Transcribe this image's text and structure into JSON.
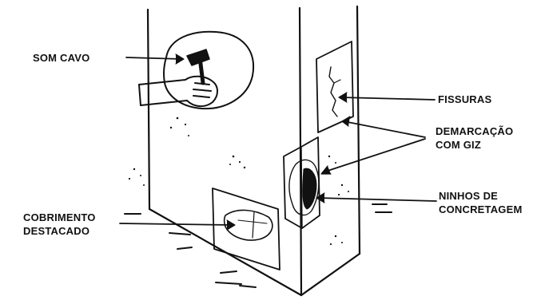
{
  "labels": {
    "hollow_sound": "SOM CAVO",
    "cracks": "FISSURAS",
    "chalk_marking_line1": "DEMARCAÇÃO",
    "chalk_marking_line2": "COM GIZ",
    "honeycombing_line1": "NINHOS DE",
    "honeycombing_line2": "CONCRETAGEM",
    "spalled_cover_line1": "COBRIMENTO",
    "spalled_cover_line2": "DESTACADO"
  },
  "colors": {
    "ink": "#111111",
    "background": "#ffffff"
  },
  "icons": [
    "hammer-icon",
    "hand-icon"
  ]
}
